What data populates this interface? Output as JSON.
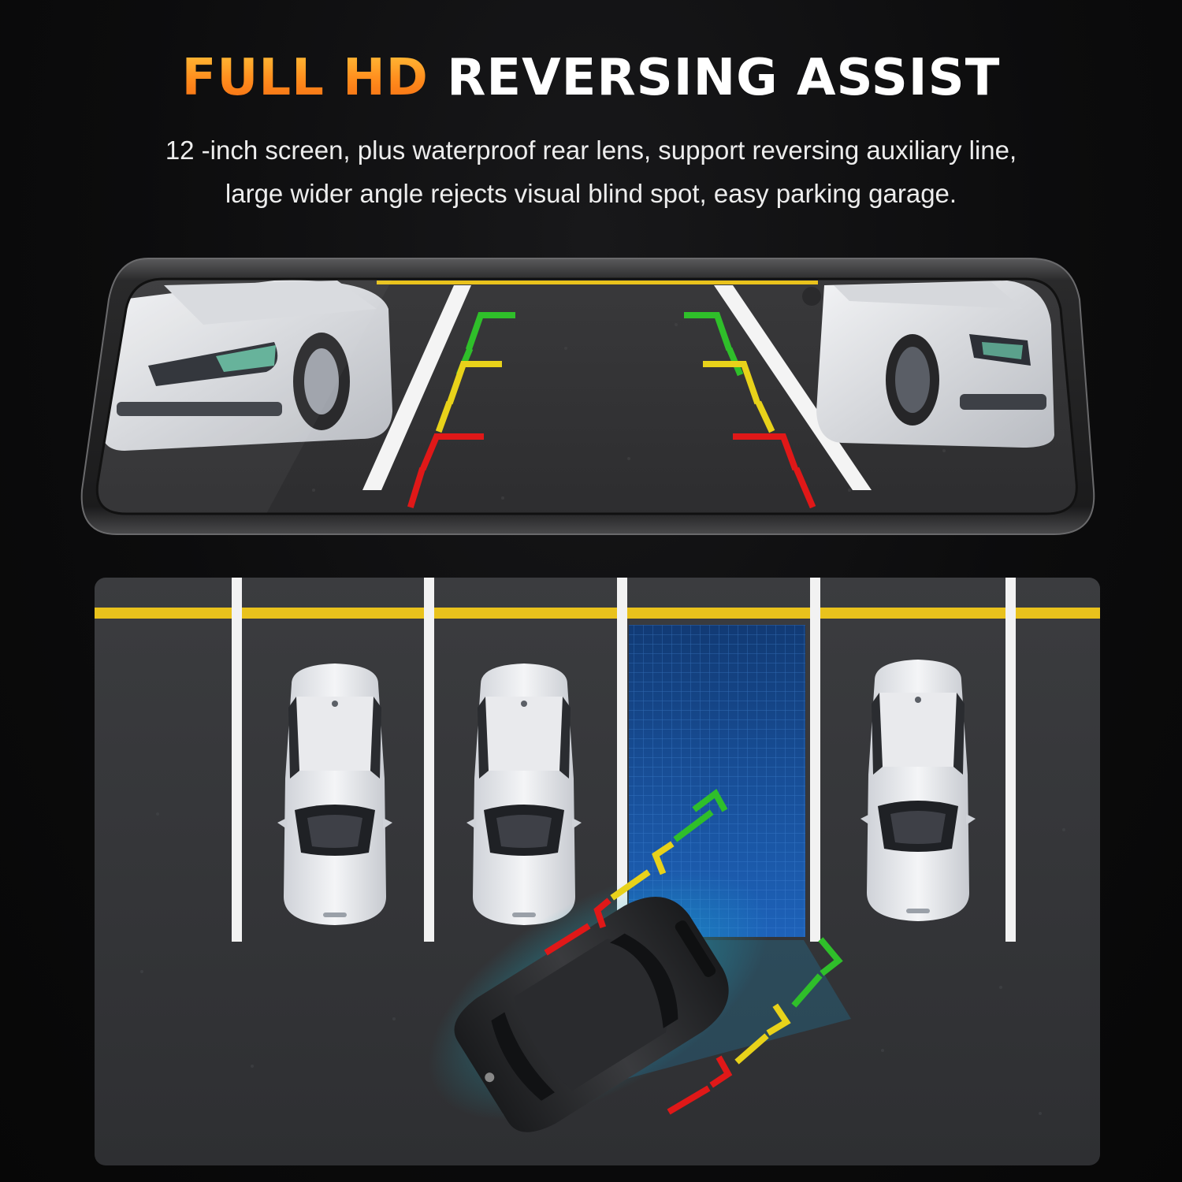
{
  "header": {
    "title_accent": "FULL HD",
    "title_main": "REVERSING ASSIST",
    "subtitle_line1": "12 -inch screen, plus waterproof rear lens, support reversing auxiliary line,",
    "subtitle_line2": "large wider angle rejects visual blind spot, easy parking garage."
  },
  "colors": {
    "accent_orange": "#ff8a1c",
    "background": "#0b0b0c",
    "guide_green": "#2fbf2a",
    "guide_yellow": "#e8d21a",
    "guide_red": "#e01818",
    "lot_yellow_line": "#e9c21c",
    "target_zone_blue": "#1565c0"
  },
  "illustrations": {
    "mirror_icon": "rear-view-mirror-screen",
    "lot_icon": "parking-lot-top-view"
  }
}
